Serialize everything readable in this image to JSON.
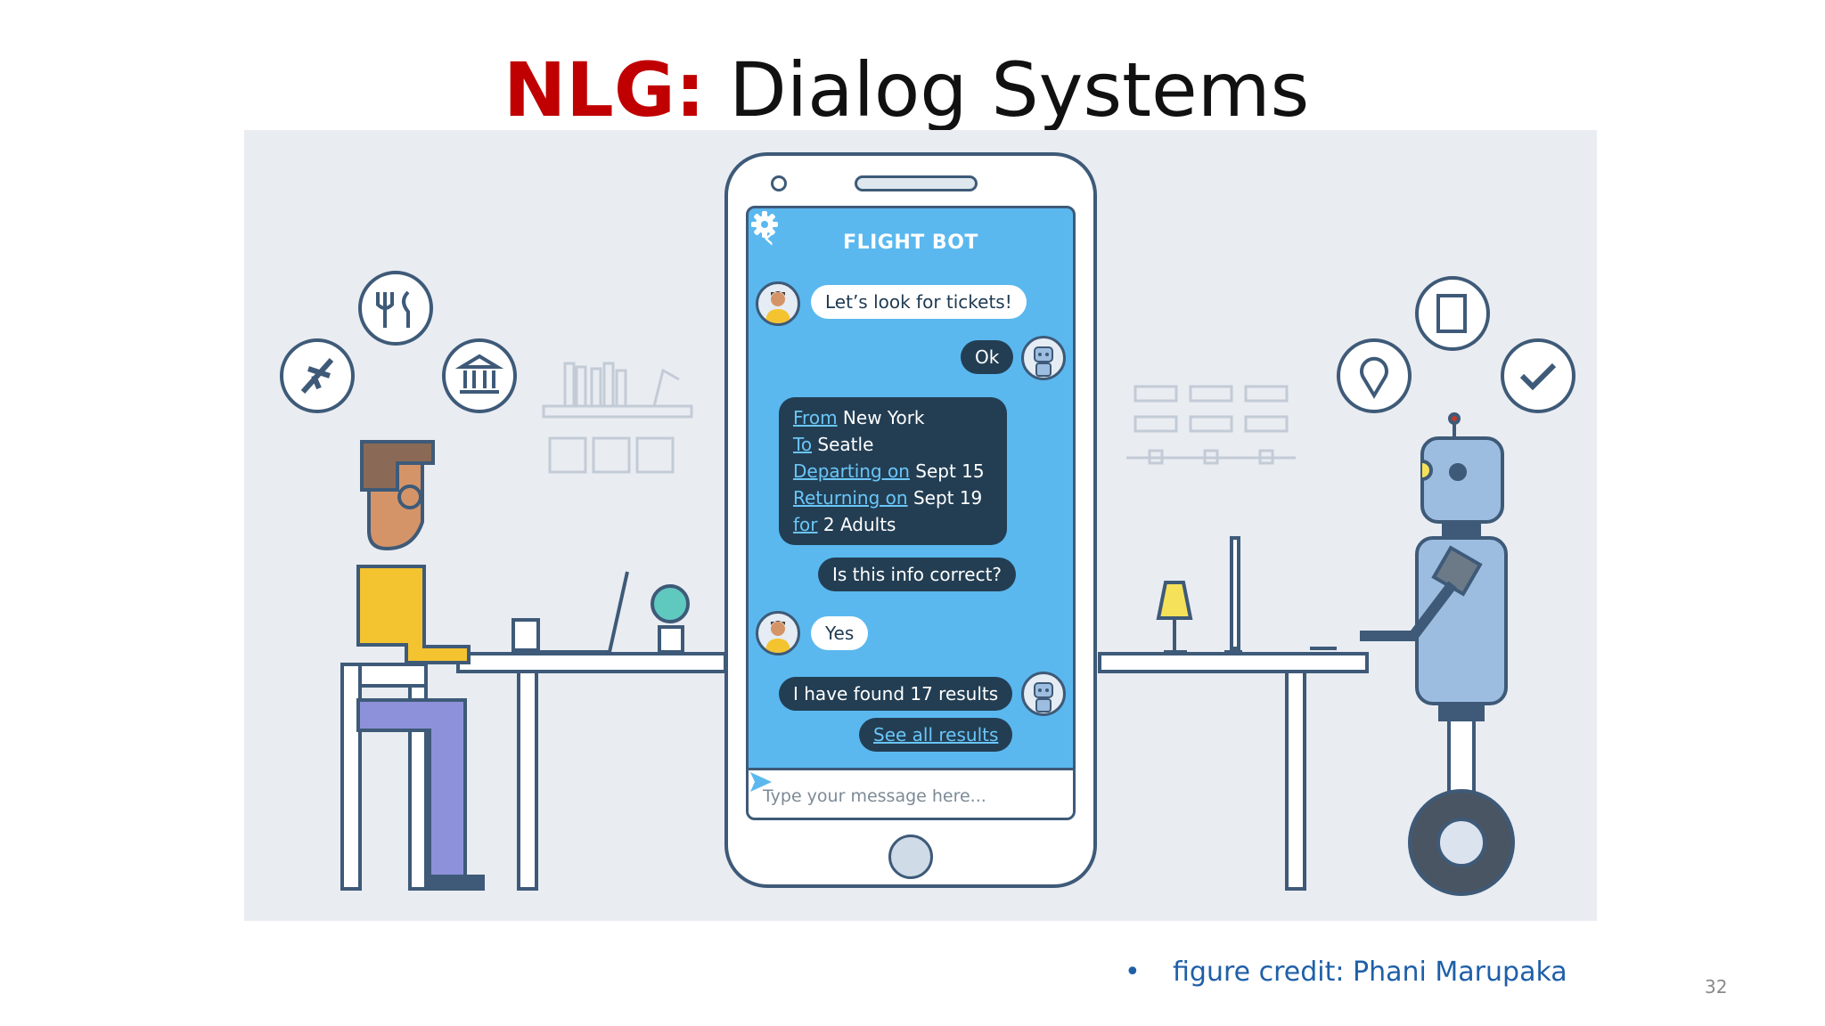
{
  "title": {
    "keyword": "NLG:",
    "text": "Dialog Systems"
  },
  "phone": {
    "app_title": "FLIGHT BOT",
    "icons": {
      "back": "chevron-left-icon",
      "settings": "gear-icon",
      "send": "send-icon"
    },
    "messages": {
      "m1": "Let’s look for tickets!",
      "m2": "Ok",
      "info": {
        "l1_key": "From",
        "l1_val": "New York",
        "l2_key": "To",
        "l2_val": "Seatle",
        "l3_key": "Departing on",
        "l3_val": "Sept 15",
        "l4_key": "Returning on",
        "l4_val": "Sept 19",
        "l5_key": "for",
        "l5_val": "2 Adults"
      },
      "m4": "Is this info correct?",
      "m5": "Yes",
      "m6": "I have found 17 results",
      "m7": "See all results"
    },
    "input_placeholder": "Type your message here..."
  },
  "caption": {
    "bullet": "•",
    "text": "figure credit: Phani Marupaka"
  },
  "page_number": "32",
  "colors": {
    "title_keyword": "#c00000",
    "caption": "#1f5fa8",
    "screen": "#5ab8ef",
    "bot_bubble": "#233e53",
    "outline": "#3e5a78"
  }
}
